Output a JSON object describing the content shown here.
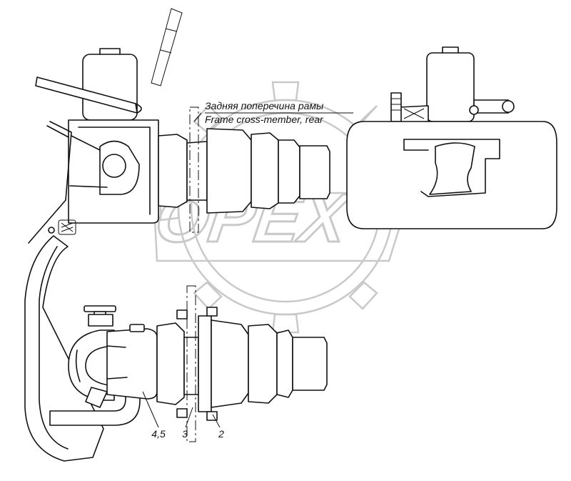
{
  "diagram": {
    "annotation_ru": "Задняя поперечина рамы",
    "annotation_en": "Frame cross-member, rear",
    "callouts": [
      "4,5",
      "3",
      "2"
    ]
  },
  "watermark": {
    "text": "OPEX"
  }
}
